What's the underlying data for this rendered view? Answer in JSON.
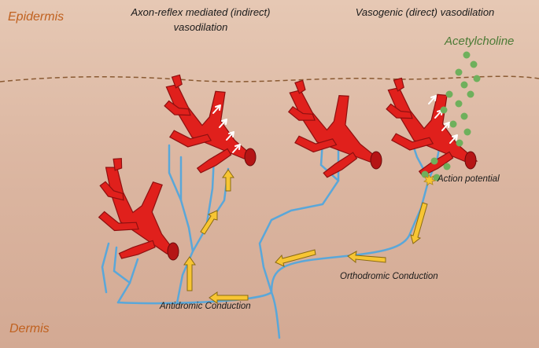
{
  "layers": {
    "top": "Epidermis",
    "bottom": "Dermis"
  },
  "titles": {
    "indirect": "Axon-reflex mediated (indirect) vasodilation",
    "direct": "Vasogenic (direct) vasodilation"
  },
  "labels": {
    "acetylcholine": "Acetylcholine",
    "action_potential": "Action potential",
    "orthodromic": "Orthodromic Conduction",
    "antidromic": "Antidromic Conduction"
  },
  "colors": {
    "vessel": "#e0201c",
    "vessel_dark": "#8e1010",
    "nerve": "#5aa7d9",
    "arrow_fill": "#f7c533",
    "acetylcholine_dot": "#6fb05c",
    "boundary": "#8a5a33"
  }
}
